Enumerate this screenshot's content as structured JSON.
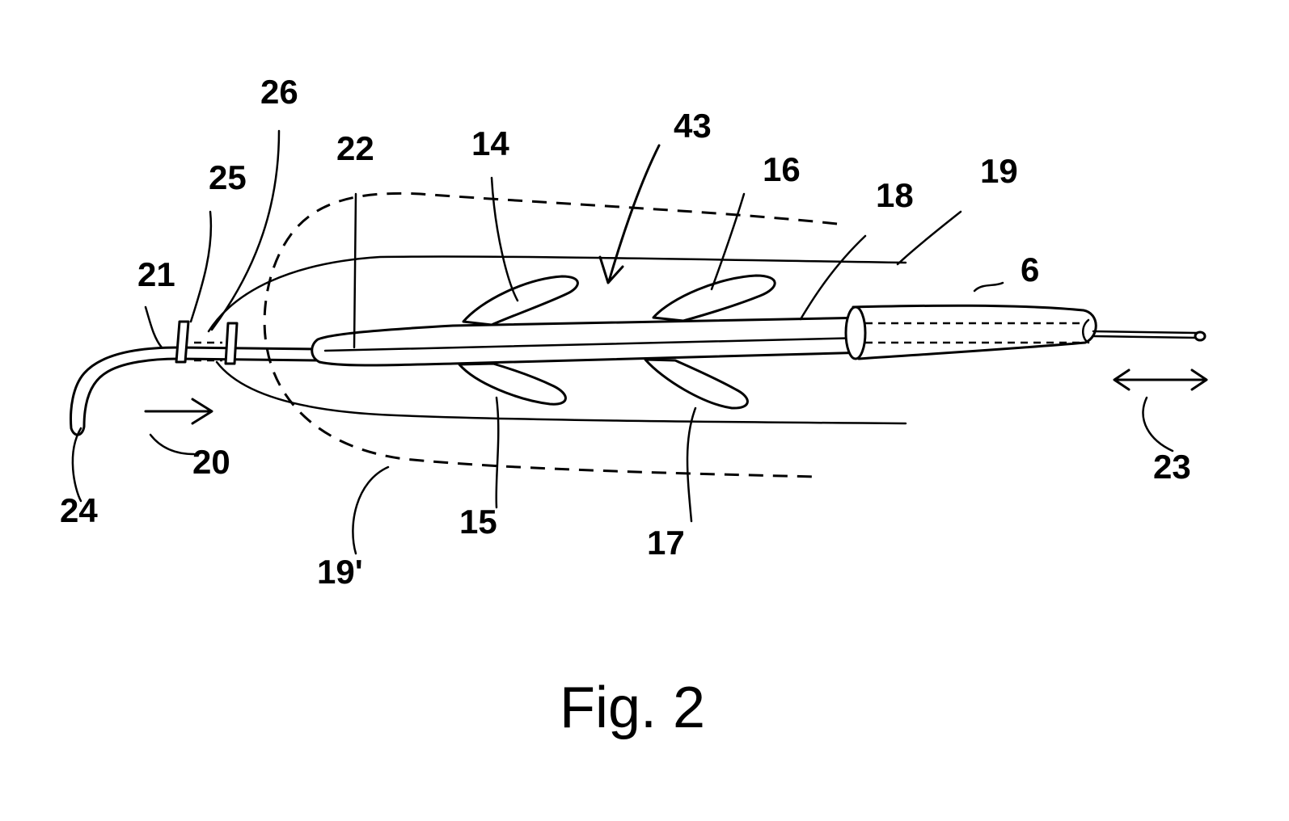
{
  "figure": {
    "caption": "Fig. 2",
    "labels": {
      "l26": "26",
      "l22": "22",
      "l14": "14",
      "l43": "43",
      "l16": "16",
      "l18": "18",
      "l19": "19",
      "l25": "25",
      "l21": "21",
      "l6": "6",
      "l24": "24",
      "l20": "20",
      "l19p": "19'",
      "l15": "15",
      "l17": "17",
      "l23": "23"
    }
  }
}
